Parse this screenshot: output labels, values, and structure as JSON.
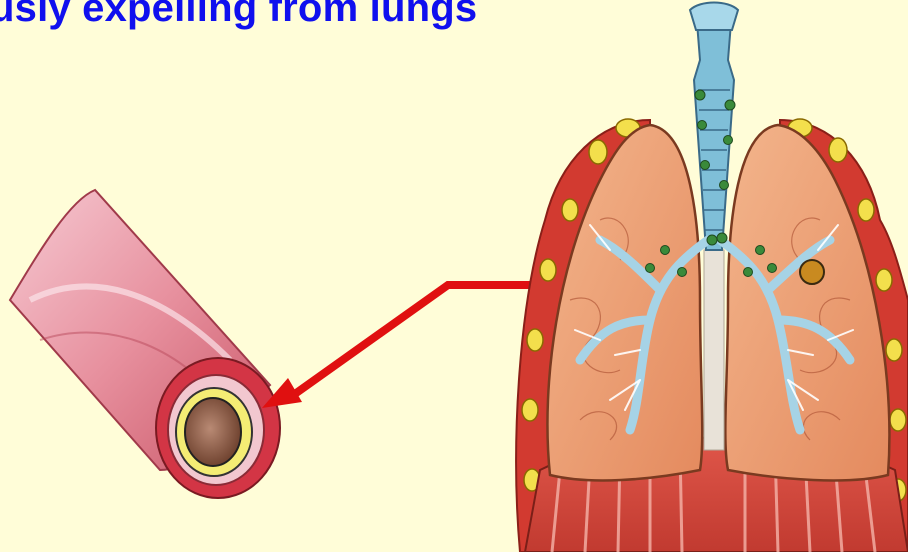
{
  "slide": {
    "heading": "usly expelling from lungs",
    "background_color": "#fffdd8",
    "heading_color": "#1010ee"
  },
  "illustration": {
    "left": {
      "icon": "bronchial-tube-cross-section"
    },
    "right": {
      "icon": "lungs-with-trachea"
    },
    "connector": {
      "icon": "double-headed-arrow",
      "color": "#e01010"
    }
  }
}
